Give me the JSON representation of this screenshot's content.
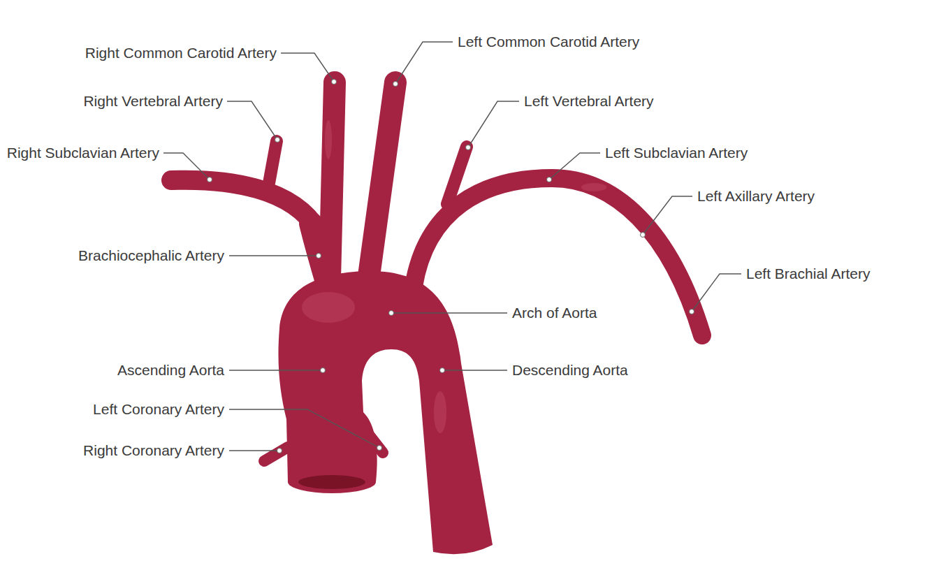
{
  "diagram": {
    "labels": [
      "Right Common Carotid Artery",
      "Left Common Carotid Artery",
      "Right Vertebral Artery",
      "Left Vertebral Artery",
      "Right Subclavian Artery",
      "Left Subclavian Artery",
      "Left Axillary Artery",
      "Brachiocephalic Artery",
      "Left Brachial Artery",
      "Arch of Aorta",
      "Ascending Aorta",
      "Descending Aorta",
      "Left Coronary Artery",
      "Right Coronary Artery"
    ]
  }
}
